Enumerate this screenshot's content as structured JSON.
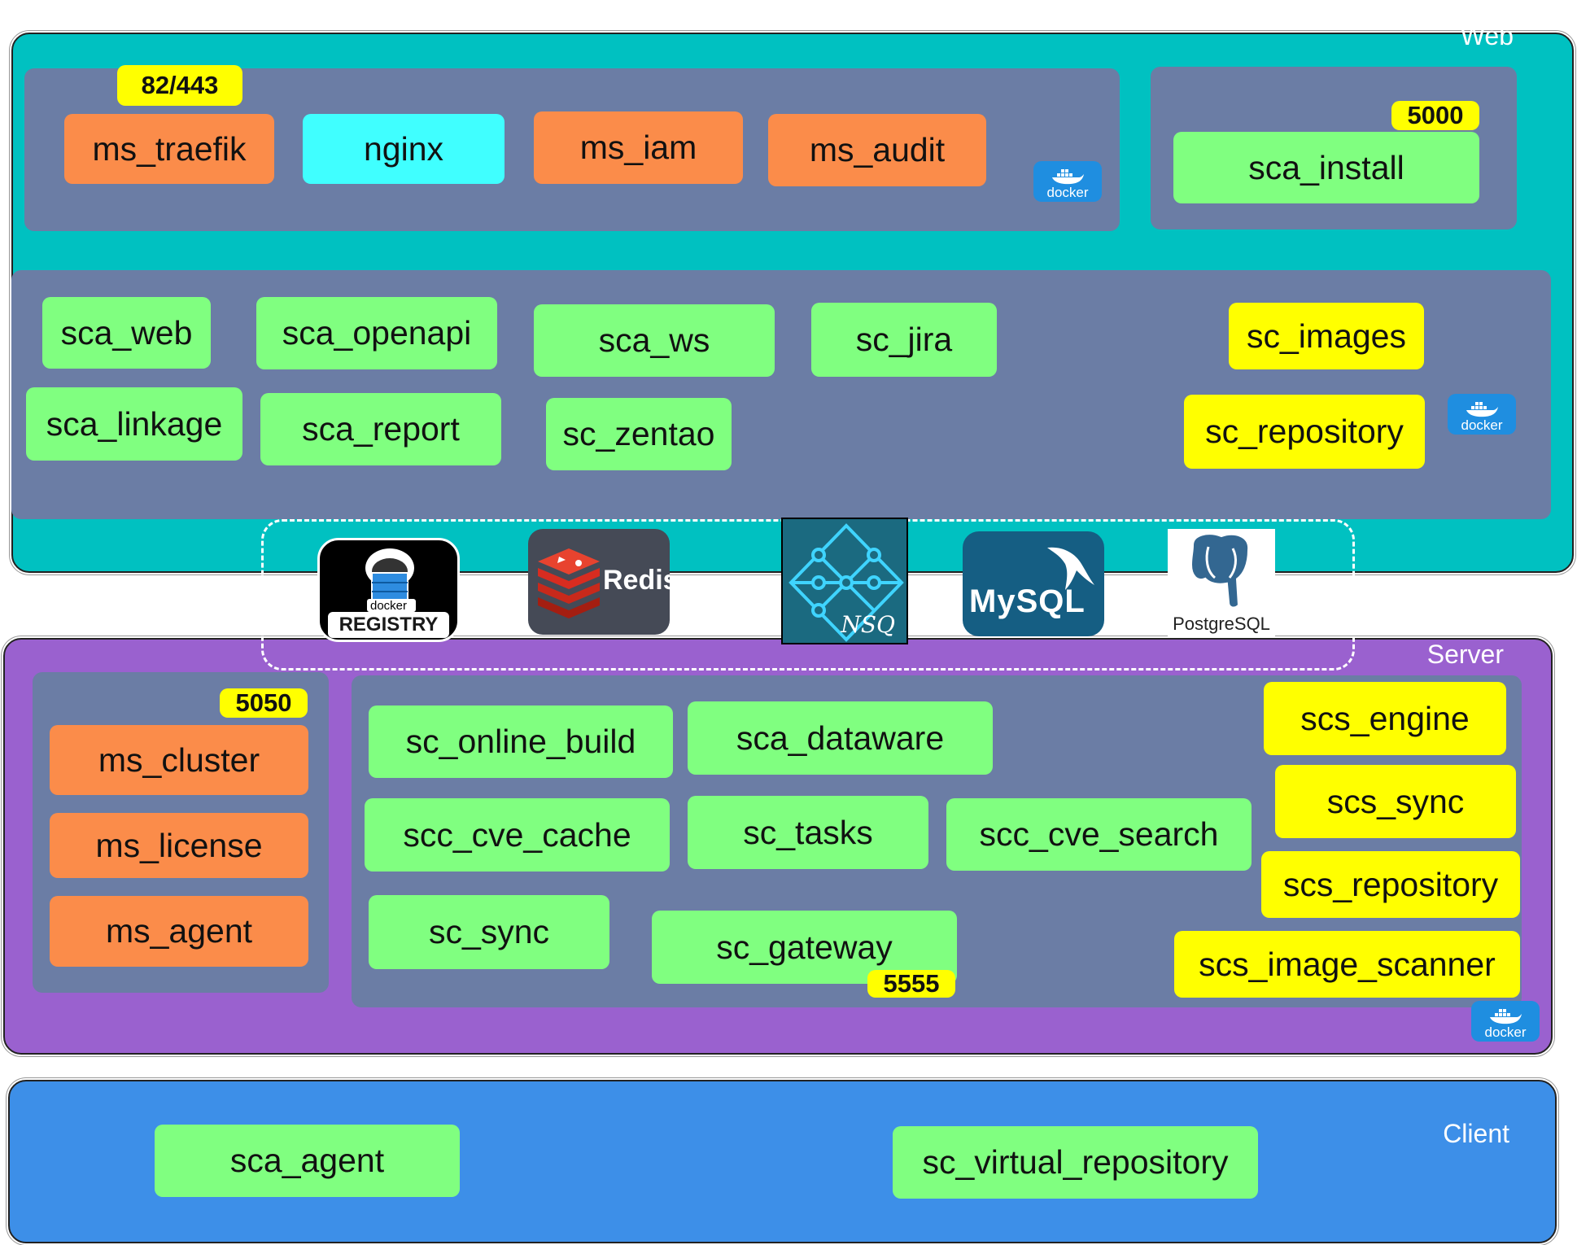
{
  "web": {
    "label": "Web",
    "top_panel": {
      "port": "82/443",
      "services": [
        "ms_traefik",
        "nginx",
        "ms_iam",
        "ms_audit"
      ],
      "docker_label": "docker"
    },
    "install_panel": {
      "port": "5000",
      "service": "sca_install"
    },
    "main_panel": {
      "services": [
        "sca_web",
        "sca_openapi",
        "sca_ws",
        "sc_jira",
        "sca_linkage",
        "sca_report",
        "sc_zentao"
      ],
      "highlighted": [
        "sc_images",
        "sc_repository"
      ],
      "docker_label": "docker"
    }
  },
  "middleware": {
    "registry": {
      "top": "docker",
      "bottom": "REGISTRY"
    },
    "redis": "Redis",
    "nsq": "NSQ",
    "mysql": "MySQL",
    "postgres": "PostgreSQL"
  },
  "server": {
    "label": "Server",
    "left_panel": {
      "port": "5050",
      "services": [
        "ms_cluster",
        "ms_license",
        "ms_agent"
      ]
    },
    "main_panel": {
      "services": [
        "sc_online_build",
        "sca_dataware",
        "scc_cve_cache",
        "sc_tasks",
        "scc_cve_search",
        "sc_sync",
        "sc_gateway"
      ],
      "gateway_port": "5555",
      "highlighted": [
        "scs_engine",
        "scs_sync",
        "scs_repository",
        "scs_image_scanner"
      ]
    },
    "docker_label": "docker"
  },
  "client": {
    "label": "Client",
    "services": [
      "sca_agent",
      "sc_virtual_repository"
    ]
  },
  "colors": {
    "web_layer": "#00c1c1",
    "server_layer": "#9a61cf",
    "client_layer": "#3d8fe8",
    "panel": "#6b7da5",
    "green": "#80ff80",
    "orange": "#fb8c4a",
    "yellow": "#ffff00",
    "cyan": "#40ffff"
  }
}
